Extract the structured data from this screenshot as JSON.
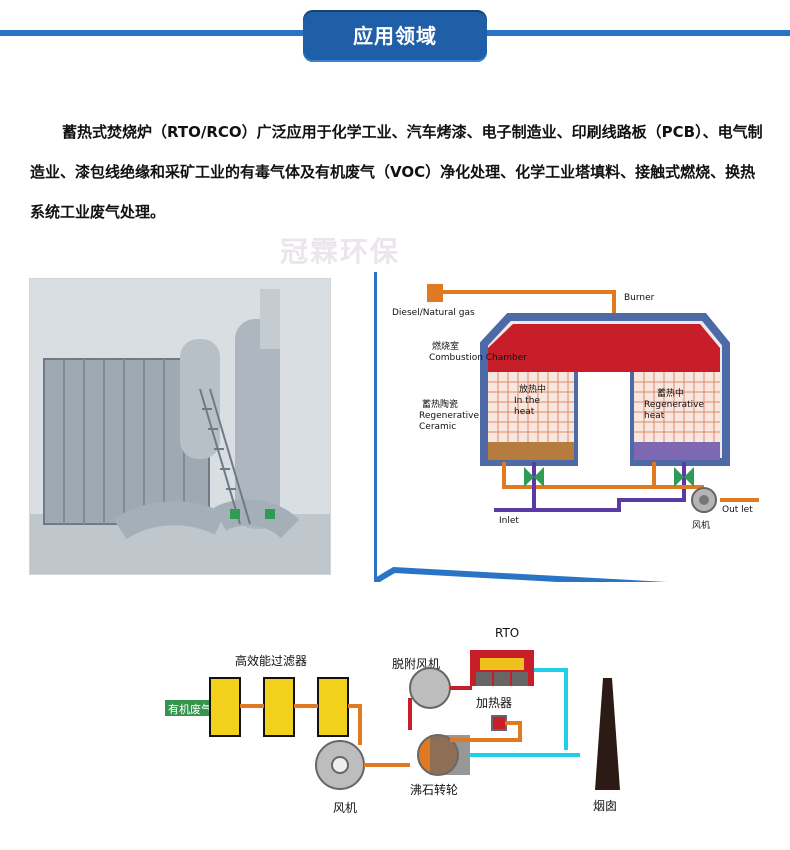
{
  "section": {
    "title": "应用领域"
  },
  "intro": {
    "paragraph": "蓄热式焚烧炉（RTO/RCO）广泛应用于化学工业、汽车烤漆、电子制造业、印刷线路板（PCB）、电气制造业、漆包线绝缘和采矿工业的有毒气体及有机废气（VOC）净化处理、化学工业塔填料、接触式燃烧、换热系统工业废气处理。"
  },
  "watermark": {
    "text": "冠霖环保"
  },
  "rto_diagram": {
    "burner": "Burner",
    "fuel": "Diesel/Natural gas",
    "combustion_cn": "燃烧室",
    "combustion_en": "Combustion Chamber",
    "ceramic_cn": "蓄热陶瓷",
    "ceramic_en1": "Regenerative",
    "ceramic_en2": "Ceramic",
    "left_cn": "放热中",
    "left_en1": "In  the",
    "left_en2": "heat",
    "right_cn": "蓄热中",
    "right_en1": "Regenerative",
    "right_en2": "heat",
    "inlet": "Inlet",
    "outlet": "Out let",
    "fan": "风机"
  },
  "zeolite_diagram": {
    "filter": "高效能过滤器",
    "organic_gas": "有机废气",
    "desorption_fan": "脱附风机",
    "rto": "RTO",
    "heater": "加热器",
    "fan": "风机",
    "rotor": "沸石转轮",
    "chimney": "烟囱"
  },
  "colors": {
    "accent_blue": "#2a74c5",
    "badge_blue": "#1f5fa8",
    "chamber_red": "#c81e2a",
    "orange_pipe": "#e07a22",
    "purple_pipe": "#5b3aa6",
    "cyan_pipe": "#1fd0e8"
  }
}
